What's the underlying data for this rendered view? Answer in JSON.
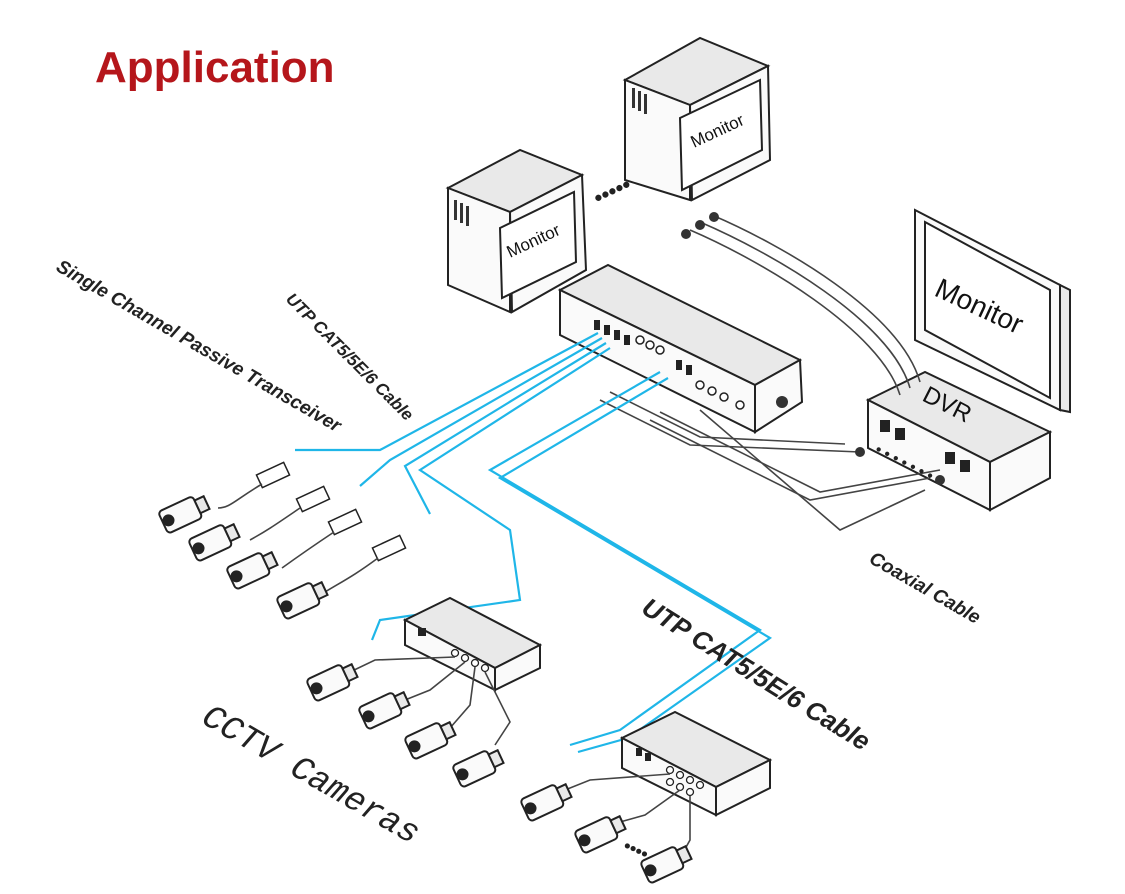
{
  "title": "Application",
  "labels": {
    "utp_top": "UTP CAT5/5E/6 Cable",
    "single_channel": "Single Channel Passive Transceiver",
    "coaxial": "Coaxial Cable",
    "utp_bottom": "UTP CAT5/5E/6 Cable",
    "cctv": "CCTV Cameras",
    "dvr": "DVR"
  },
  "monitors": [
    {
      "label": "Monitor"
    },
    {
      "label": "Monitor"
    },
    {
      "label": "Monitor"
    }
  ],
  "colors": {
    "title": "#b5161b",
    "utp_cable": "#1fb6e8",
    "coax_cable": "#444444"
  }
}
